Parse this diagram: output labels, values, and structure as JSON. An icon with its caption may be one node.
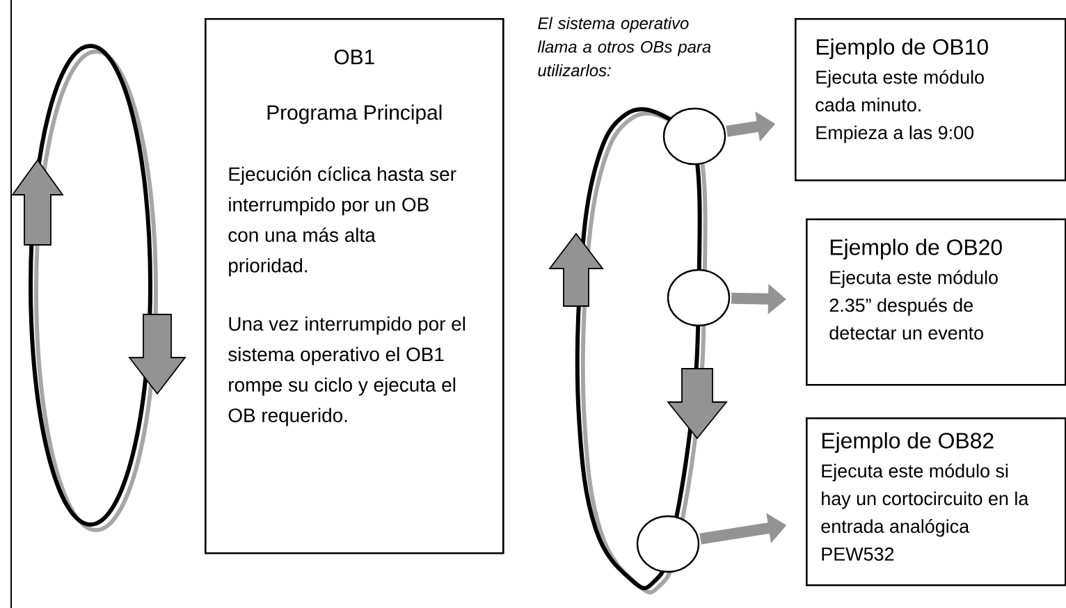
{
  "diagram": {
    "nodes": [
      {
        "text": [
          "OB1",
          "Programa Principal",
          "Ejecución cíclica hasta ser interrumpido por un OB con una más alta prioridad.",
          "Una vez interrumpido por el sistema operativo el OB1 rompe su ciclo y ejecuta el OB requerido."
        ]
      },
      {
        "text": [],
        "shape": "circle"
      },
      {
        "text": [
          "Ejemplo de OB10",
          "Ejecuta este módulo cada minuto. Empieza a las 9:00"
        ]
      },
      {
        "text": [],
        "shape": "circle"
      },
      {
        "text": [
          "Ejemplo de OB20",
          "Ejecuta este módulo 2.35” después de detectar un evento"
        ]
      },
      {
        "text": [],
        "shape": "circle"
      },
      {
        "text": [
          "Ejemplo de OB82",
          "Ejecuta este módulo si hay un cortocircuito en la entrada analógica PEW532"
        ]
      }
    ],
    "edges": [
      {
        "from": 1,
        "to": 2,
        "arrow": "to"
      },
      {
        "from": 3,
        "to": 4,
        "arrow": "to"
      },
      {
        "from": 5,
        "to": 6,
        "arrow": "to"
      }
    ],
    "labels": [
      "El sistema operativo llama a otros OBs para utilizarlos:"
    ]
  }
}
